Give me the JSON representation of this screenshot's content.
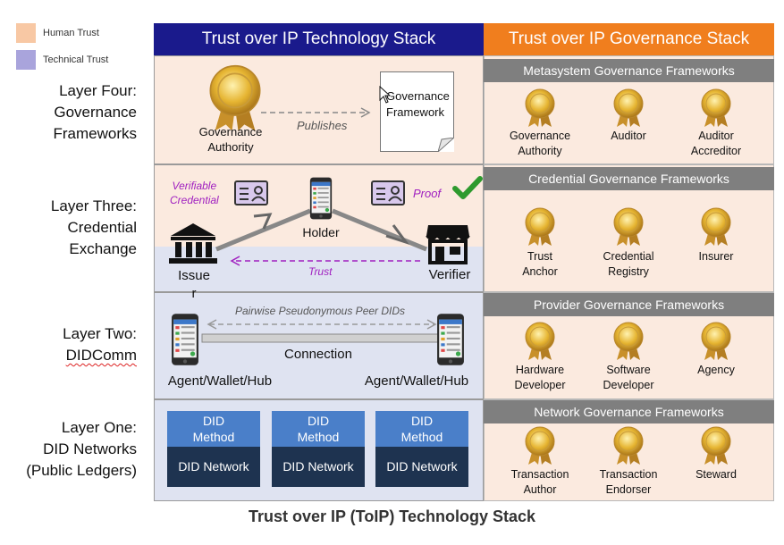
{
  "legend": {
    "human_trust": {
      "label": "Human Trust",
      "color": "#f8c8a4"
    },
    "technical_trust": {
      "label": "Technical Trust",
      "color": "#a9a4dc"
    }
  },
  "headers": {
    "tech": "Trust over IP Technology Stack",
    "gov": "Trust over IP Governance Stack"
  },
  "layers": {
    "four": {
      "line1": "Layer Four:",
      "line2": "Governance",
      "line3": "Frameworks"
    },
    "three": {
      "line1": "Layer Three:",
      "line2": "Credential",
      "line3": "Exchange"
    },
    "two": {
      "line1": "Layer Two:",
      "line2": "DIDComm"
    },
    "one": {
      "line1": "Layer One:",
      "line2": "DID Networks",
      "line3": "(Public Ledgers)"
    }
  },
  "tech": {
    "layer4": {
      "authority_line1": "Governance",
      "authority_line2": "Authority",
      "publishes": "Publishes",
      "doc_line1": "Governance",
      "doc_line2": "Framework"
    },
    "layer3": {
      "vc_line1": "Verifiable",
      "vc_line2": "Credential",
      "proof": "Proof",
      "holder": "Holder",
      "issuer_line1": "Issue",
      "issuer_line2": "r",
      "verifier": "Verifier",
      "trust": "Trust"
    },
    "layer2": {
      "peer_dids": "Pairwise Pseudonymous Peer DIDs",
      "connection": "Connection",
      "agent_left": "Agent/Wallet/Hub",
      "agent_right": "Agent/Wallet/Hub"
    },
    "layer1": {
      "nodes": [
        {
          "method_line1": "DID",
          "method_line2": "Method",
          "network": "DID Network"
        },
        {
          "method_line1": "DID",
          "method_line2": "Method",
          "network": "DID Network"
        },
        {
          "method_line1": "DID",
          "method_line2": "Method",
          "network": "DID Network"
        }
      ]
    }
  },
  "gov": {
    "metasystem": {
      "title": "Metasystem Governance Frameworks",
      "roles": [
        {
          "line1": "Governance",
          "line2": "Authority"
        },
        {
          "line1": "Auditor",
          "line2": ""
        },
        {
          "line1": "Auditor",
          "line2": "Accreditor"
        }
      ]
    },
    "credential": {
      "title": "Credential Governance Frameworks",
      "roles": [
        {
          "line1": "Trust",
          "line2": "Anchor"
        },
        {
          "line1": "Credential",
          "line2": "Registry"
        },
        {
          "line1": "Insurer",
          "line2": ""
        }
      ]
    },
    "provider": {
      "title": "Provider Governance Frameworks",
      "roles": [
        {
          "line1": "Hardware",
          "line2": "Developer"
        },
        {
          "line1": "Software",
          "line2": "Developer"
        },
        {
          "line1": "Agency",
          "line2": ""
        }
      ]
    },
    "network": {
      "title": "Network Governance Frameworks",
      "roles": [
        {
          "line1": "Transaction",
          "line2": "Author"
        },
        {
          "line1": "Transaction",
          "line2": "Endorser"
        },
        {
          "line1": "Steward",
          "line2": ""
        }
      ]
    }
  },
  "footer": "Trust over IP (ToIP) Technology Stack"
}
